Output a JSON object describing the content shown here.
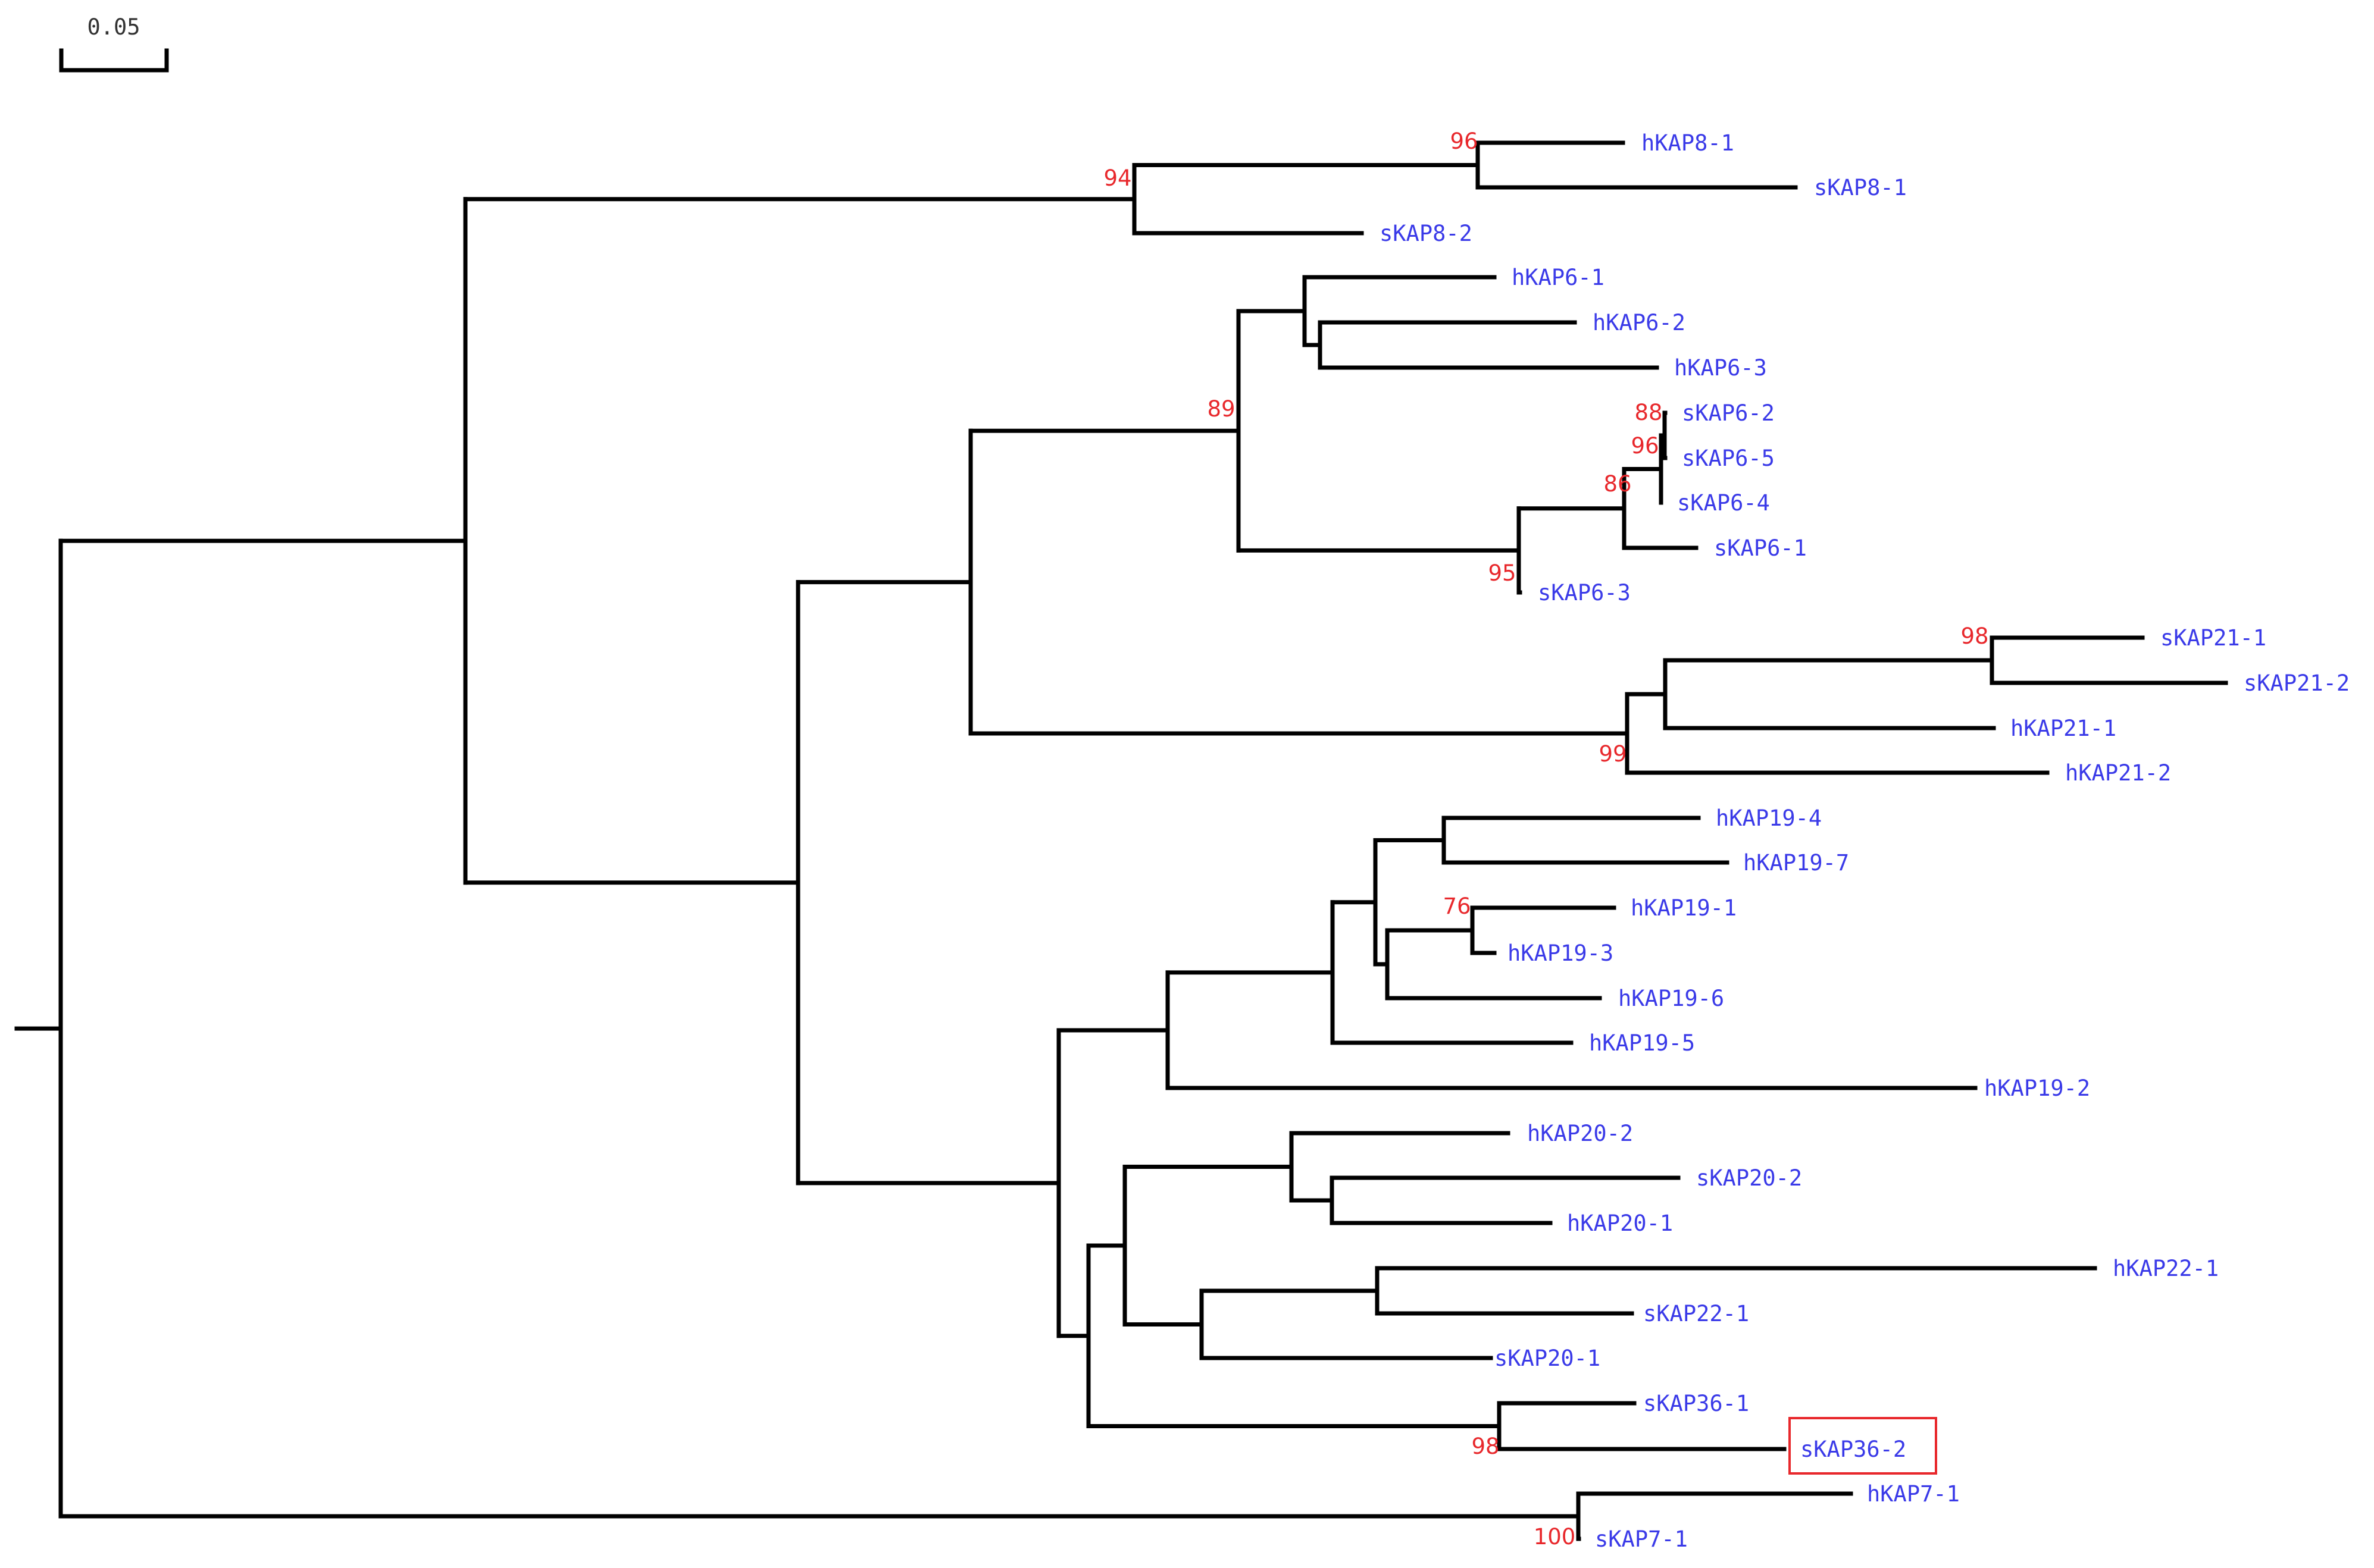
{
  "colors": {
    "leaf": "#3a3ae8",
    "bootstrap": "#e8282c",
    "branch": "#000000",
    "highlight": "#e8282c"
  },
  "scale_bar": {
    "label": "0.05",
    "length": 0.05
  },
  "leaves": [
    {
      "id": "hKAP8-1",
      "label": "hKAP8-1"
    },
    {
      "id": "sKAP8-1",
      "label": "sKAP8-1"
    },
    {
      "id": "sKAP8-2",
      "label": "sKAP8-2"
    },
    {
      "id": "hKAP6-1",
      "label": "hKAP6-1"
    },
    {
      "id": "hKAP6-2",
      "label": "hKAP6-2"
    },
    {
      "id": "hKAP6-3",
      "label": "hKAP6-3"
    },
    {
      "id": "sKAP6-2",
      "label": "sKAP6-2"
    },
    {
      "id": "sKAP6-5",
      "label": "sKAP6-5"
    },
    {
      "id": "sKAP6-4",
      "label": "sKAP6-4"
    },
    {
      "id": "sKAP6-1",
      "label": "sKAP6-1"
    },
    {
      "id": "sKAP6-3",
      "label": "sKAP6-3"
    },
    {
      "id": "sKAP21-1",
      "label": "sKAP21-1"
    },
    {
      "id": "sKAP21-2",
      "label": "sKAP21-2"
    },
    {
      "id": "hKAP21-1",
      "label": "hKAP21-1"
    },
    {
      "id": "hKAP21-2",
      "label": "hKAP21-2"
    },
    {
      "id": "hKAP19-4",
      "label": "hKAP19-4"
    },
    {
      "id": "hKAP19-7",
      "label": "hKAP19-7"
    },
    {
      "id": "hKAP19-1",
      "label": "hKAP19-1"
    },
    {
      "id": "hKAP19-3",
      "label": "hKAP19-3"
    },
    {
      "id": "hKAP19-6",
      "label": "hKAP19-6"
    },
    {
      "id": "hKAP19-5",
      "label": "hKAP19-5"
    },
    {
      "id": "hKAP19-2",
      "label": "hKAP19-2"
    },
    {
      "id": "hKAP20-2",
      "label": "hKAP20-2"
    },
    {
      "id": "sKAP20-2",
      "label": "sKAP20-2"
    },
    {
      "id": "hKAP20-1",
      "label": "hKAP20-1"
    },
    {
      "id": "hKAP22-1",
      "label": "hKAP22-1"
    },
    {
      "id": "sKAP22-1",
      "label": "sKAP22-1"
    },
    {
      "id": "sKAP20-1",
      "label": "sKAP20-1"
    },
    {
      "id": "sKAP36-1",
      "label": "sKAP36-1"
    },
    {
      "id": "sKAP36-2",
      "label": "sKAP36-2",
      "highlighted": true
    },
    {
      "id": "hKAP7-1",
      "label": "hKAP7-1"
    },
    {
      "id": "sKAP7-1",
      "label": "sKAP7-1"
    }
  ],
  "bootstrap": [
    {
      "node": "kap8-h",
      "value": "96"
    },
    {
      "node": "kap8",
      "value": "94"
    },
    {
      "node": "kap6",
      "value": "89"
    },
    {
      "node": "s6-25",
      "value": "88"
    },
    {
      "node": "s6-254",
      "value": "96"
    },
    {
      "node": "s6-2541",
      "value": "86"
    },
    {
      "node": "s6",
      "value": "95"
    },
    {
      "node": "s21",
      "value": "98"
    },
    {
      "node": "kap21",
      "value": "99"
    },
    {
      "node": "h19-13",
      "value": "76"
    },
    {
      "node": "s36",
      "value": "98"
    },
    {
      "node": "kap7",
      "value": "100"
    }
  ]
}
